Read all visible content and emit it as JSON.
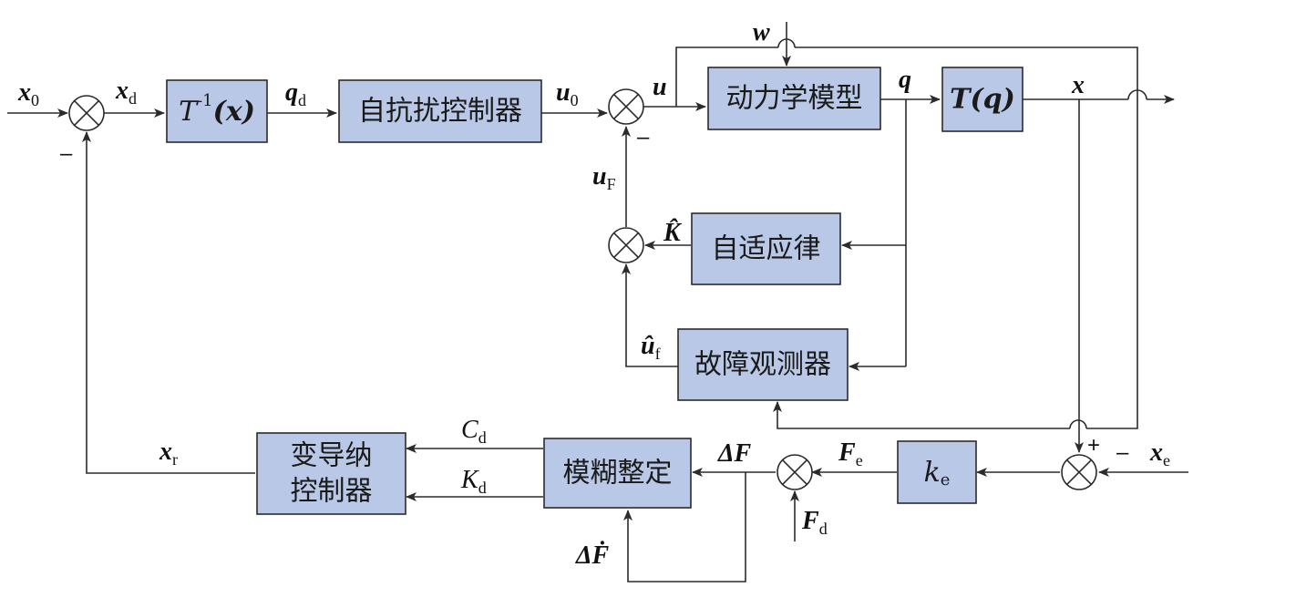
{
  "blocks": {
    "t_inverse": "T",
    "t_inverse_sup": "-1",
    "t_inverse_arg": "(x)",
    "adrc": "自抗扰控制器",
    "dynamics": "动力学模型",
    "t_q": "T(q)",
    "adaptive_law": "自适应律",
    "fault_observer": "故障观测器",
    "var_admittance_line1": "变导纳",
    "var_admittance_line2": "控制器",
    "fuzzy_tuning": "模糊整定",
    "ke": "k",
    "ke_sub": "e"
  },
  "signals": {
    "x0": "x",
    "x0_sub": "0",
    "xd": "x",
    "xd_sub": "d",
    "qd": "q",
    "qd_sub": "d",
    "u0": "u",
    "u0_sub": "0",
    "u": "u",
    "w": "w",
    "q": "q",
    "x": "x",
    "uF": "u",
    "uF_sub": "F",
    "Khat": "K̂",
    "uf_hat": "û",
    "uf_hat_sub": "f",
    "xr": "x",
    "xr_sub": "r",
    "Cd": "C",
    "Cd_sub": "d",
    "Kd": "K",
    "Kd_sub": "d",
    "dF": "ΔF",
    "Fe": "F",
    "Fe_sub": "e",
    "Fd": "F",
    "Fd_sub": "d",
    "dFdot": "ΔḞ",
    "xe": "x",
    "xe_sub": "e"
  },
  "signs": {
    "sum1_bottom": "–",
    "sum2_bottom": "–",
    "sum_e_top": "+",
    "sum_e_right": "–"
  }
}
